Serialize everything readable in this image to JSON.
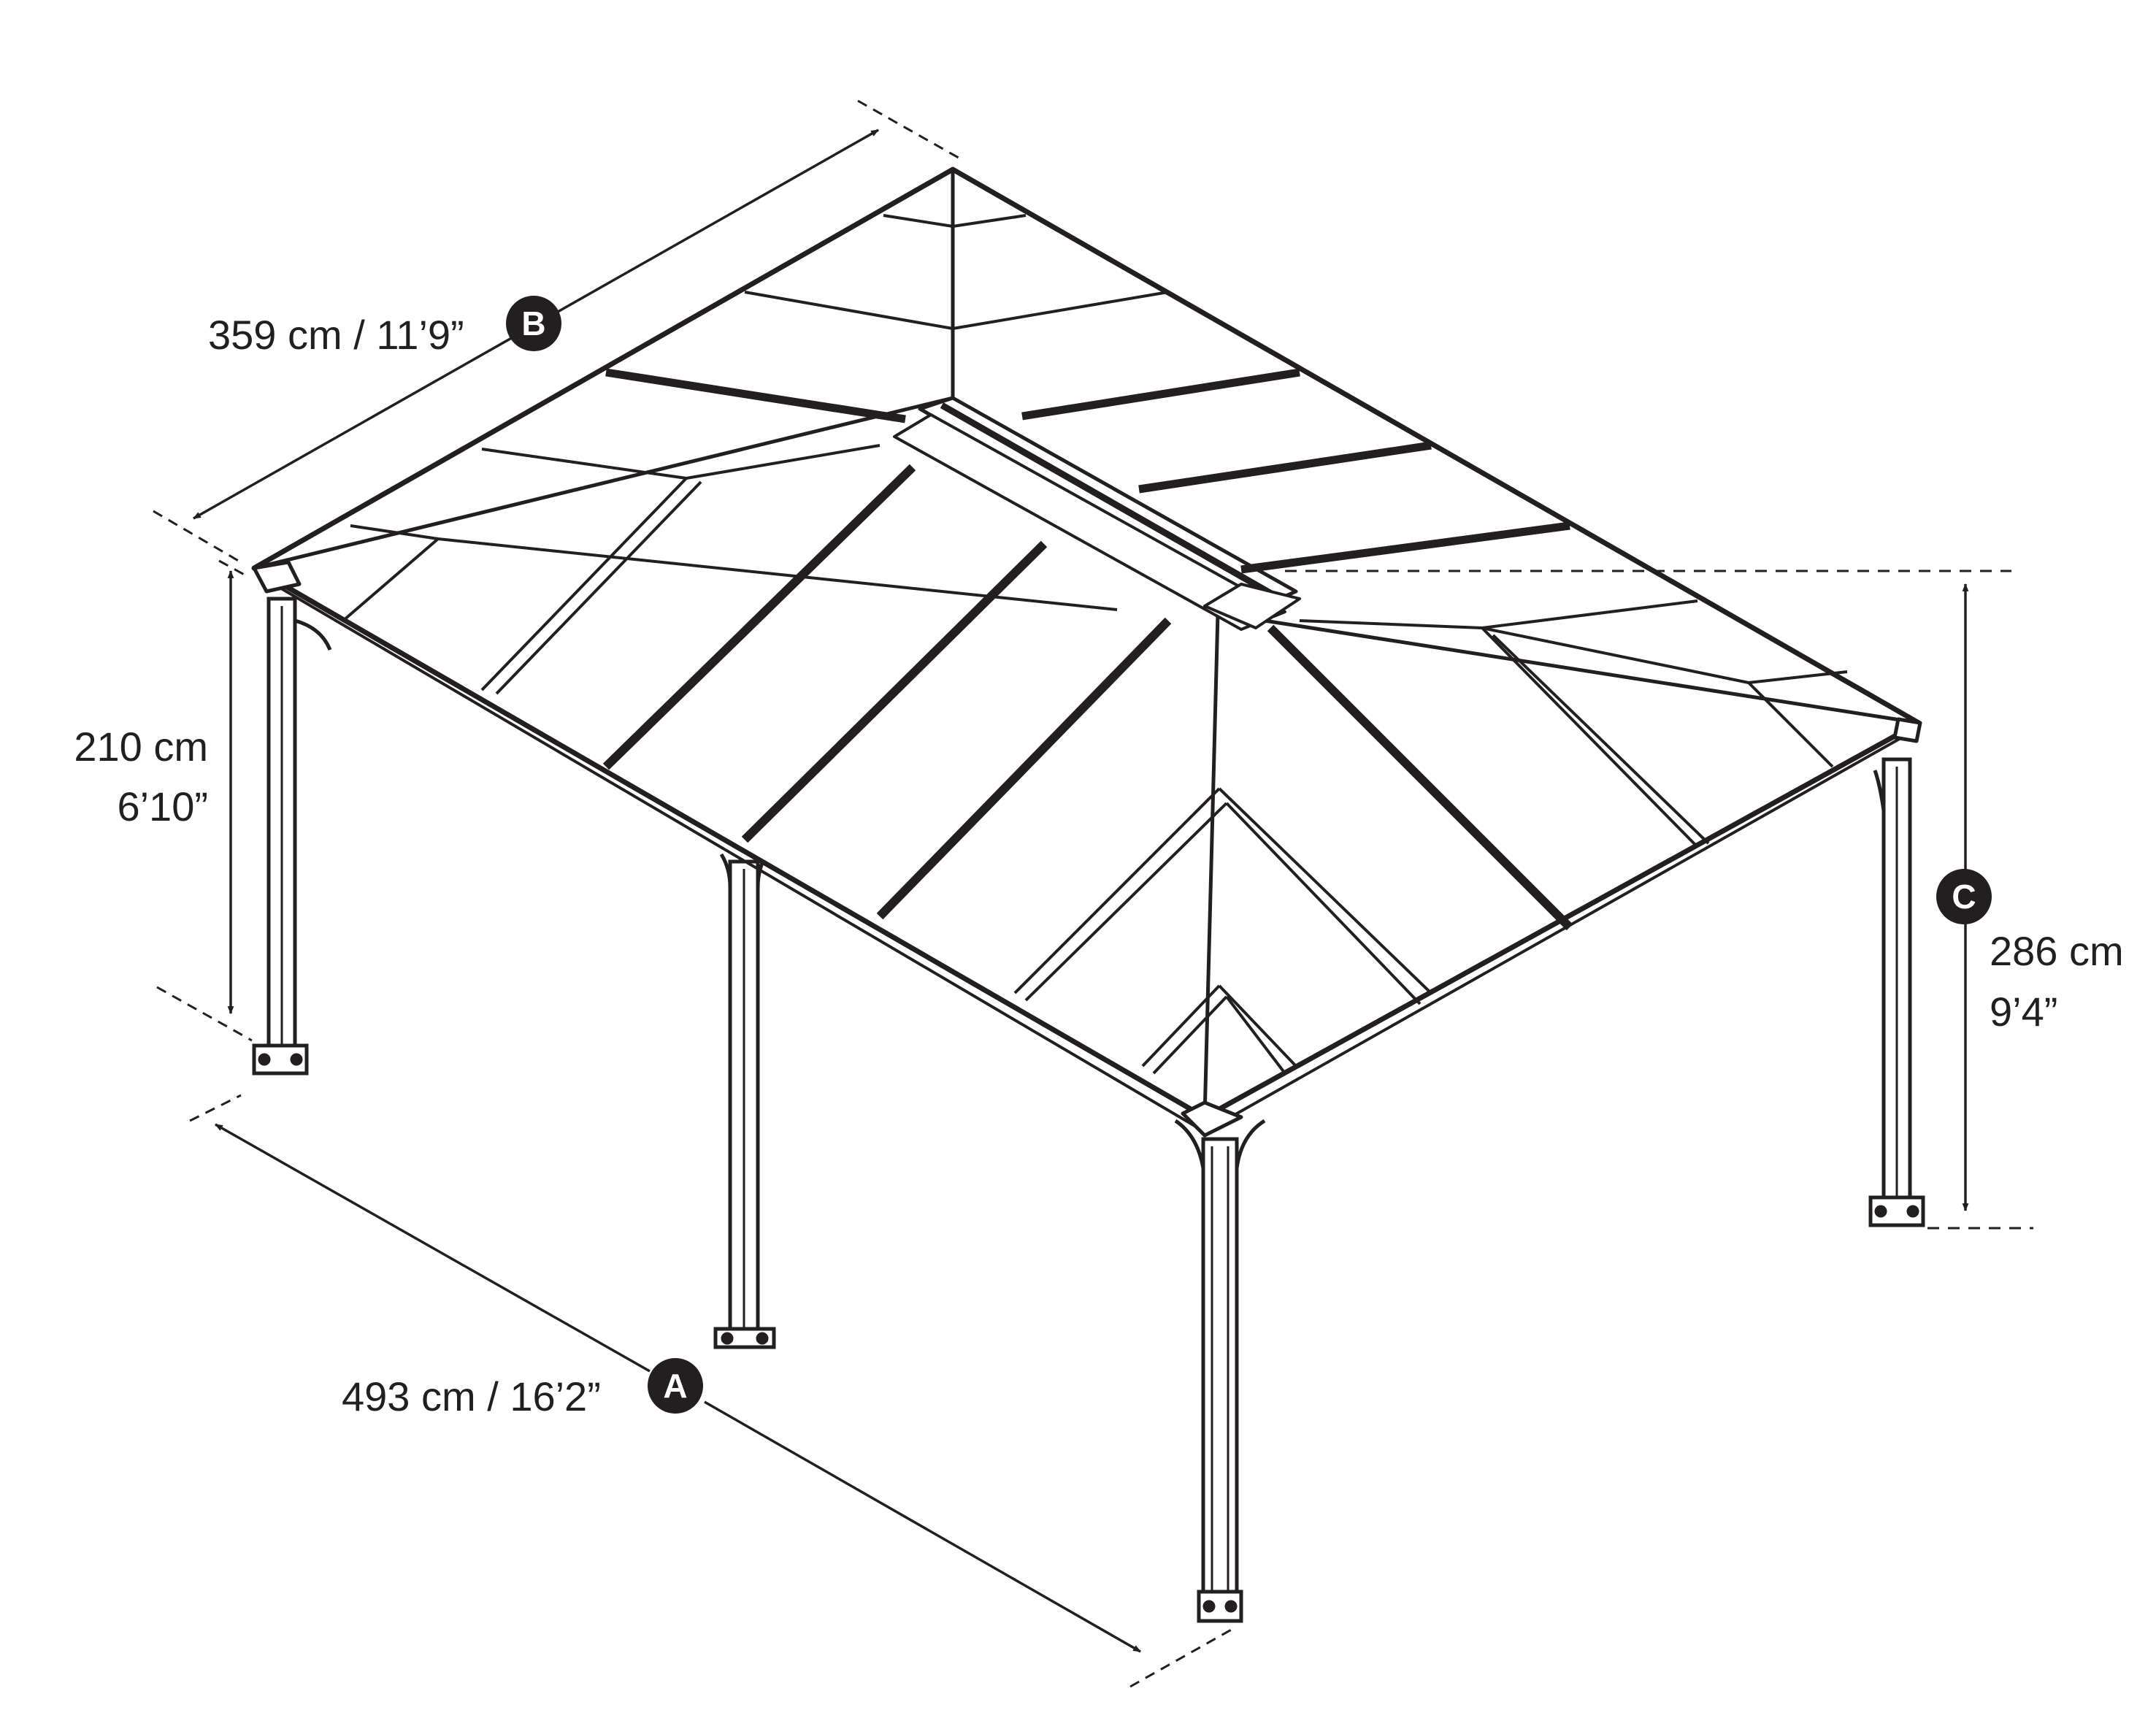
{
  "colors": {
    "line": "#231f20",
    "background": "#ffffff",
    "badge_fill": "#231f20",
    "badge_text": "#ffffff"
  },
  "dimensions": {
    "A": {
      "letter": "A",
      "label": "493 cm / 16’2”"
    },
    "B": {
      "letter": "B",
      "label": "359 cm / 11’9”"
    },
    "C": {
      "letter": "C",
      "line1": "286 cm",
      "line2": "9’4”"
    },
    "side_height": {
      "line1": "210 cm",
      "line2": "6’10”"
    }
  }
}
